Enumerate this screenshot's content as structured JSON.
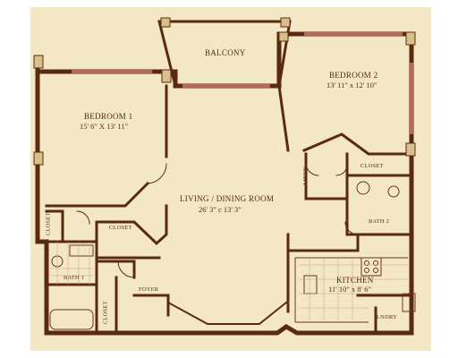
{
  "colors": {
    "paper": "#f3e7c6",
    "wall": "#5a2a10",
    "ink": "#6a3418",
    "window": "#b86a5a"
  },
  "rooms": {
    "balcony": {
      "name": "BALCONY"
    },
    "bedroom2": {
      "name": "BEDROOM 2",
      "dims": "13' 11\" x 12' 10\""
    },
    "bedroom1": {
      "name": "BEDROOM 1",
      "dims": "15' 6\" X 13' 11\""
    },
    "living": {
      "name": "LIVING / DINING ROOM",
      "dims": "26' 3\" c 13' 3\""
    },
    "kitchen": {
      "name": "KITCHEN",
      "dims": "11' 10\" x 8' 6\""
    },
    "bath1": {
      "name": "BATH 1"
    },
    "bath2": {
      "name": "BATH 2"
    },
    "closet_bed1": {
      "name": "CLOSET"
    },
    "closet_hall": {
      "name": "CLOSET"
    },
    "closet_bed2": {
      "name": "CLOSET"
    },
    "closet_foyer": {
      "name": "CLOSET"
    },
    "linen": {
      "name": "LINEN"
    },
    "foyer": {
      "name": "FOYER"
    },
    "lndry": {
      "name": "LNDRY"
    }
  }
}
